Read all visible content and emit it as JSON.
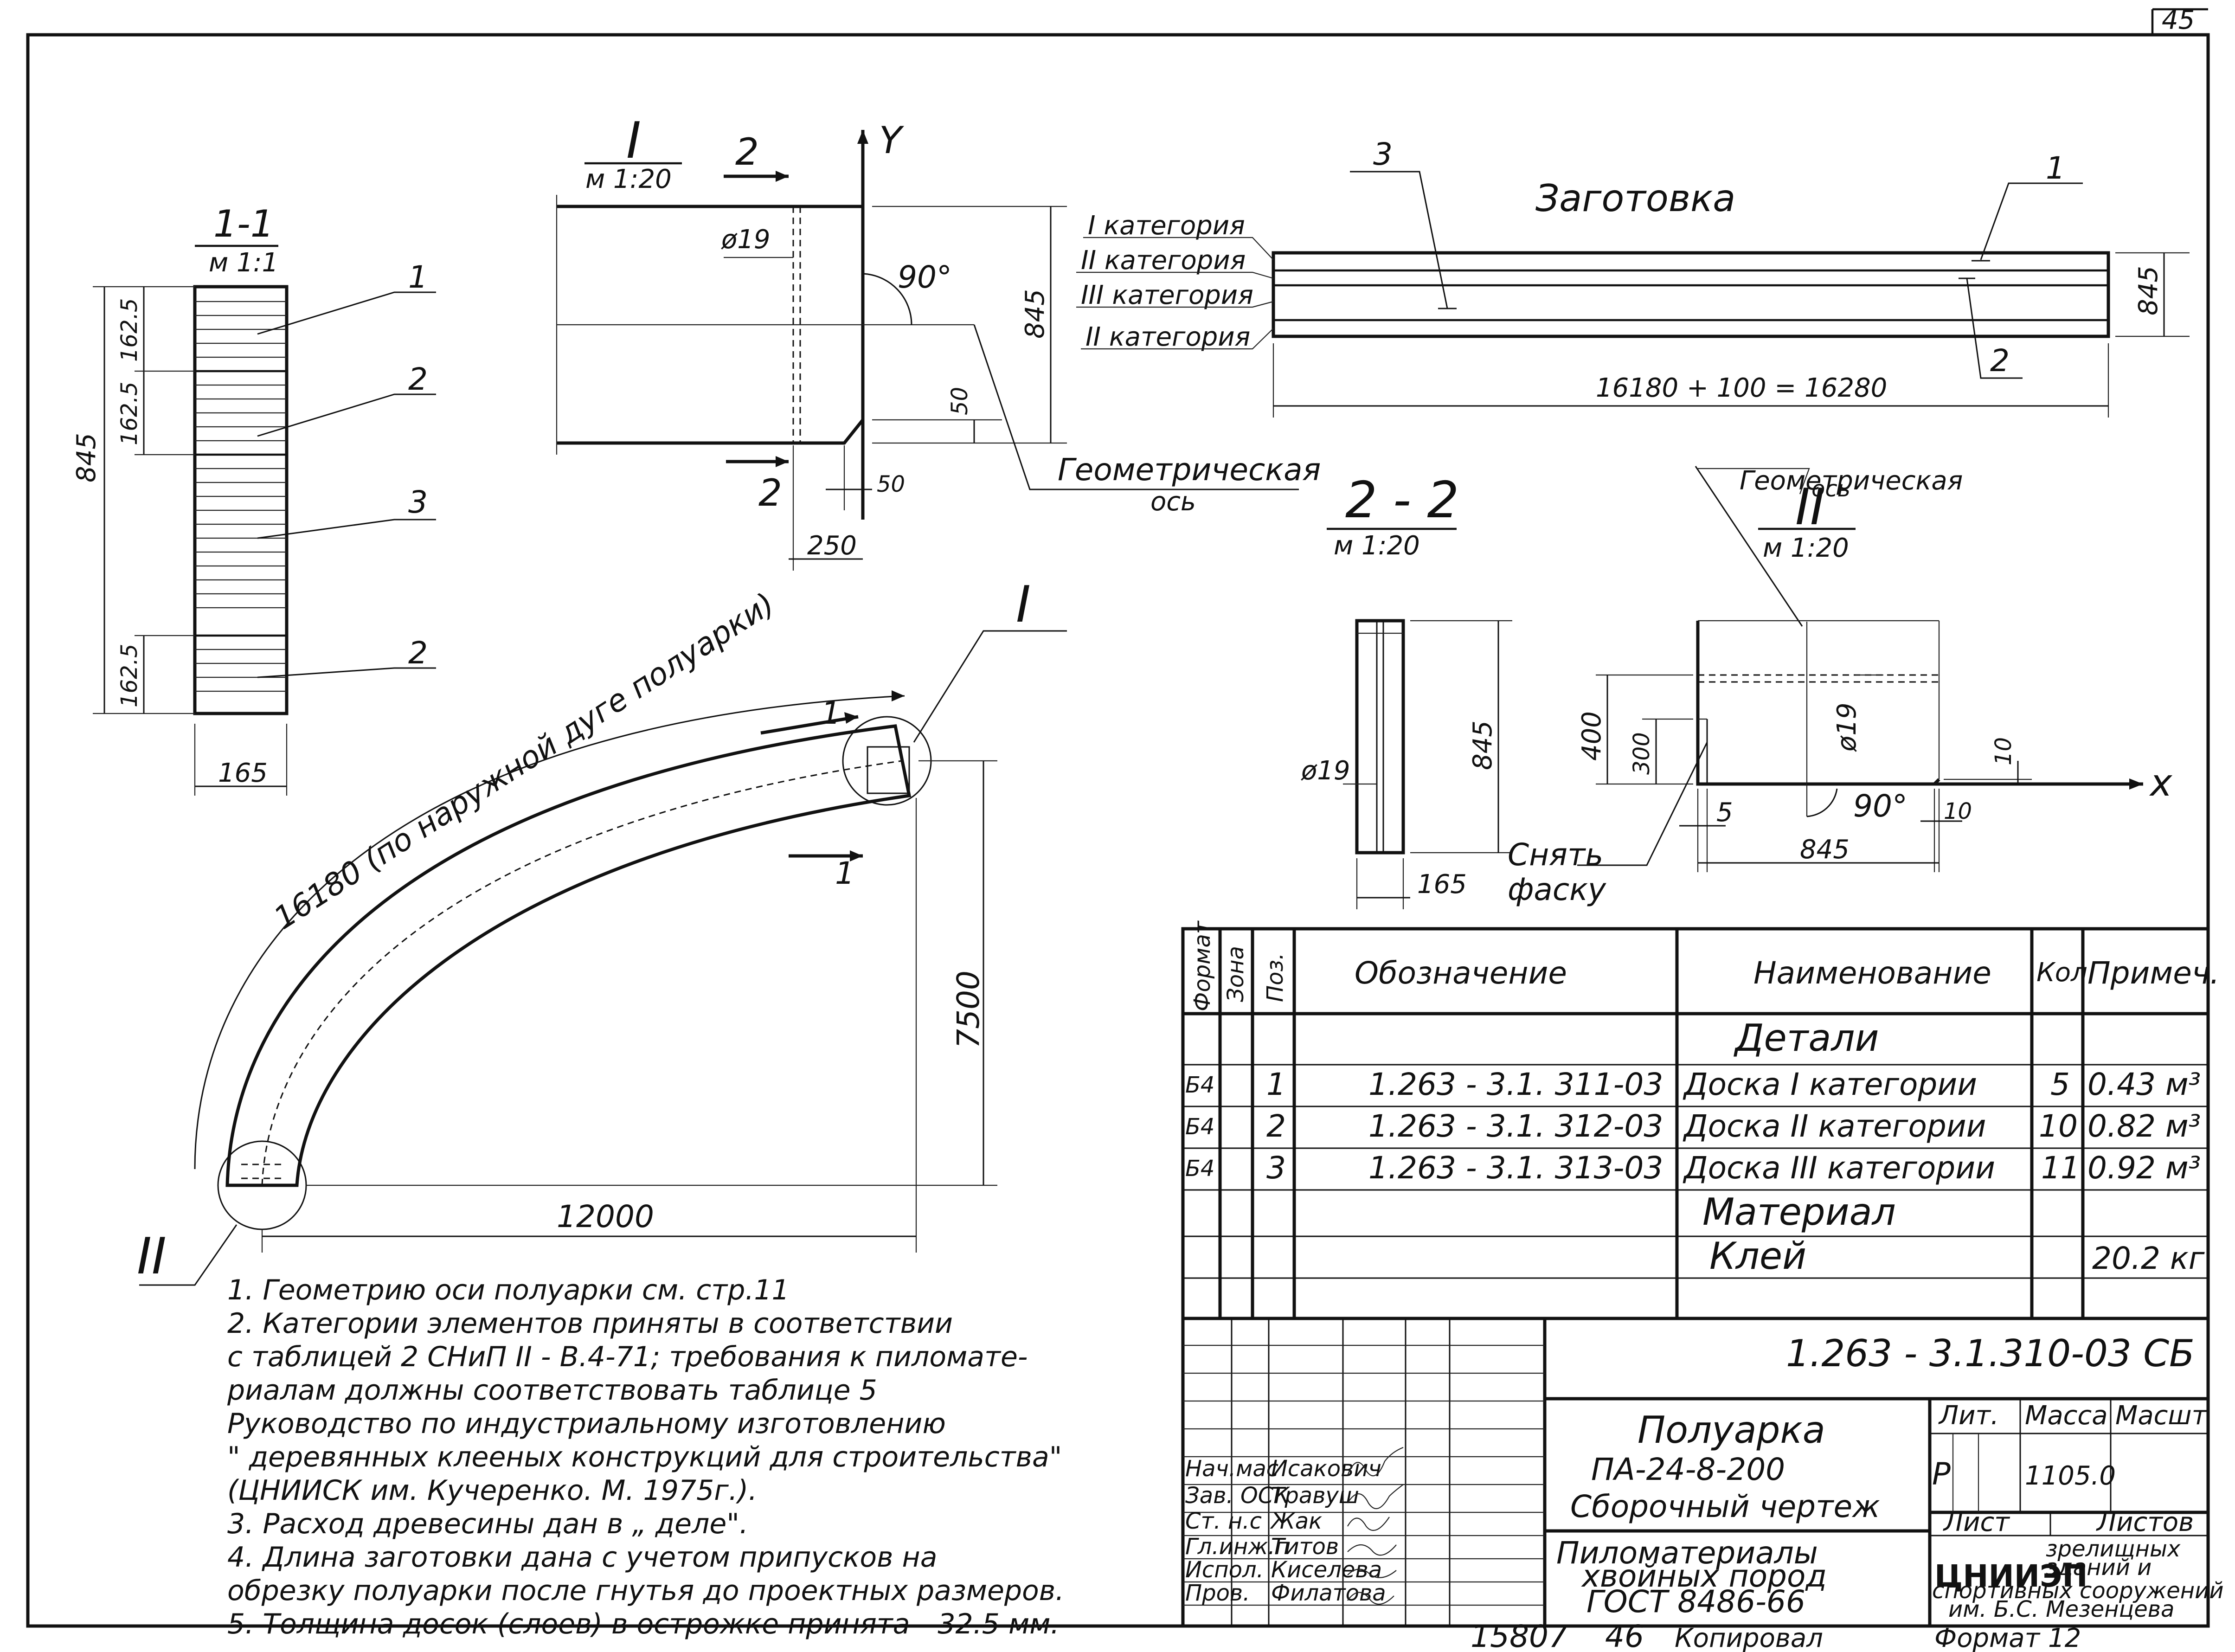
{
  "sheet_number": "45",
  "section_1_1": {
    "title": "1-1",
    "scale": "м 1:1",
    "height": "845",
    "width": "165",
    "layer_dims": [
      "162.5",
      "162.5",
      "162.5"
    ],
    "leaders": [
      "1",
      "2",
      "3",
      "2"
    ]
  },
  "detail_I": {
    "title": "I",
    "scale": "м 1:20",
    "cut_mark": "2",
    "axis_y": "Y",
    "hole": "ø19",
    "angle": "90°",
    "height": "845",
    "chamfer_v": "50",
    "chamfer_h": "50",
    "offset": "250"
  },
  "blank": {
    "title": "Заготовка",
    "categories": [
      "I категория",
      "II категория",
      "III категория",
      "II категория"
    ],
    "leaders": [
      "3",
      "1",
      "2"
    ],
    "height": "845",
    "length": "16180 + 100 = 16280"
  },
  "geom_axis_label": [
    "Геометрическая",
    "ось"
  ],
  "section_2_2": {
    "title": "2 - 2",
    "scale": "м 1:20",
    "hole": "ø19",
    "height": "845",
    "width": "165",
    "note": [
      "Снять",
      "фаску"
    ]
  },
  "detail_II": {
    "title": "II",
    "scale": "м 1:20",
    "axis_x": "x",
    "d400": "400",
    "d300": "300",
    "hole": "ø19",
    "d5": "5",
    "angle": "90°",
    "d10a": "10",
    "d10b": "10",
    "width": "845"
  },
  "arch": {
    "arc_label": "16180 (по наружной дуге полуарки)",
    "span": "12000",
    "rise": "7500",
    "ref_I": "I",
    "ref_II": "II",
    "cut": "1"
  },
  "spec_table": {
    "headers": {
      "format": "Формат",
      "zone": "Зона",
      "pos": "Поз.",
      "designation": "Обозначение",
      "name": "Наименование",
      "qty": "Кол.",
      "note": "Примеч."
    },
    "section_details": "Детали",
    "rows": [
      {
        "format": "Б4",
        "pos": "1",
        "designation": "1.263 - 3.1. 311-03",
        "name": "Доска I категории",
        "qty": "5",
        "note": "0.43 м³"
      },
      {
        "format": "Б4",
        "pos": "2",
        "designation": "1.263 - 3.1. 312-03",
        "name": "Доска II категории",
        "qty": "10",
        "note": "0.82 м³"
      },
      {
        "format": "Б4",
        "pos": "3",
        "designation": "1.263 - 3.1. 313-03",
        "name": "Доска III категории",
        "qty": "11",
        "note": "0.92 м³"
      }
    ],
    "section_material": "Материал",
    "glue": {
      "name": "Клей",
      "note": "20.2 кг"
    }
  },
  "title_block": {
    "code": "1.263 - 3.1.310-03 СБ",
    "title": [
      "Полуарка",
      "ПА-24-8-200",
      "Сборочный чертеж"
    ],
    "material": [
      "Пиломатериалы",
      "хвойных пород",
      "ГОСТ 8486-66"
    ],
    "lit_label": "Лит.",
    "lit_value": "Р",
    "mass_label": "Масса",
    "mass_value": "1105.0",
    "scale_label": "Масшт",
    "sheet_label": "Лист",
    "sheets_label": "Листов",
    "org_short": "ЦНИИЭП",
    "org_full": [
      "зрелищных",
      "зданий и",
      "спортивных сооружений",
      "им. Б.С. Мезенцева"
    ],
    "people": [
      {
        "role": "Нач.мас",
        "name": "Исакович"
      },
      {
        "role": "Зав. ОСК",
        "name": "Травуш"
      },
      {
        "role": "Ст. н.с",
        "name": "Жак"
      },
      {
        "role": "Гл.инж.п",
        "name": "Титов"
      },
      {
        "role": "Испол.",
        "name": "Киселева"
      },
      {
        "role": "Пров.",
        "name": "Филатова"
      }
    ]
  },
  "footer": {
    "number": "15807",
    "page": "46",
    "copied": "Копировал",
    "format": "Формат 12"
  },
  "notes": [
    "1. Геометрию оси полуарки см. стр.11",
    "2. Категории элементов приняты в соответствии",
    "с таблицей 2 СНиП II - В.4-71; требования к пиломате-",
    "риалам должны соответствовать таблице 5",
    "Руководство по индустриальному изготовлению",
    "\" деревянных клееных конструкций для строительства\"",
    "(ЦНИИСК им. Кучеренко. М. 1975г.).",
    "3. Расход древесины дан в „ деле\".",
    "4. Длина заготовки дана с учетом припусков на",
    "обрезку полуарки после гнутья до проектных размеров.",
    "5. Толщина досок (слоев) в острожке принята - 32.5 мм."
  ]
}
